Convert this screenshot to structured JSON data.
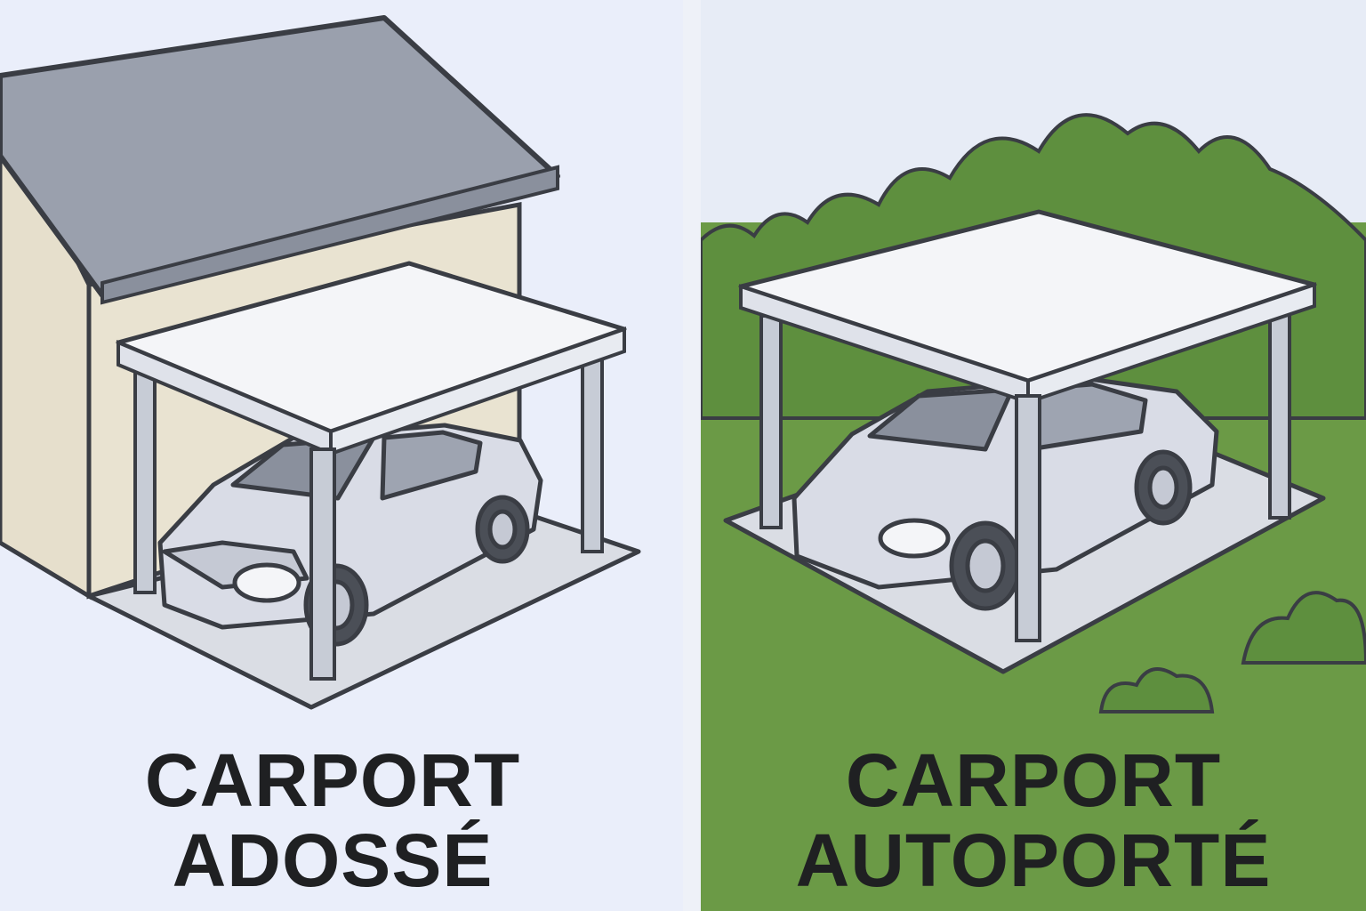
{
  "panels": {
    "left": {
      "line1": "CARPORT",
      "line2": "ADOSSÉ"
    },
    "right": {
      "line1": "CARPORT",
      "line2": "AUTOPORTÉ"
    }
  },
  "colors": {
    "outline": "#3a3d44",
    "house_roof": "#9aa0ad",
    "house_wall": "#e6dfcc",
    "carport_roof": "#f4f5f8",
    "concrete": "#dadde4",
    "car_body": "#d9dce6",
    "grass": "#6b9a46",
    "bush": "#5e8f3e",
    "text": "#1f2022"
  }
}
